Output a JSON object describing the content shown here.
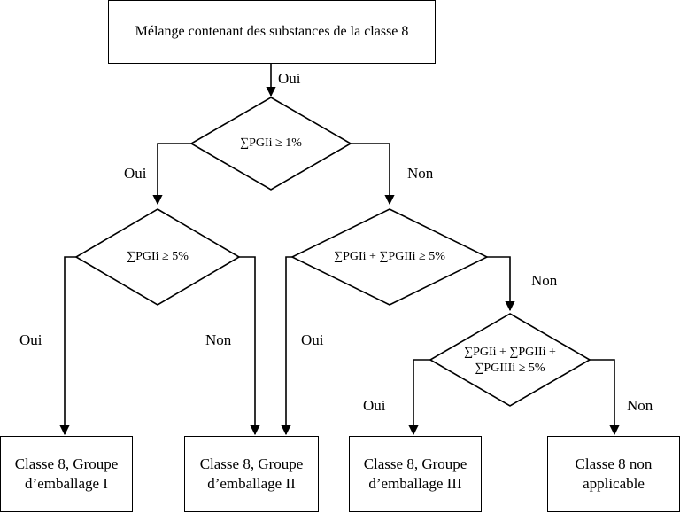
{
  "start": {
    "text": "Mélange contenant des substances de la classe 8"
  },
  "decisions": {
    "d1": {
      "text": "∑PGIi ≥ 1%"
    },
    "d2": {
      "text": "∑PGIi ≥ 5%"
    },
    "d3": {
      "text": "∑PGIi + ∑PGIIi ≥ 5%"
    },
    "d4": {
      "line1": "∑PGIi + ∑PGIIi +",
      "line2": "∑PGIIIi ≥ 5%"
    }
  },
  "edges": {
    "start_d1": "Oui",
    "d1_yes": "Oui",
    "d1_no": "Non",
    "d2_yes": "Oui",
    "d2_no": "Non",
    "d3_yes": "Oui",
    "d3_no": "Non",
    "d4_yes": "Oui",
    "d4_no": "Non"
  },
  "results": {
    "r1": {
      "line1": "Classe 8, Groupe",
      "line2": "d’emballage I"
    },
    "r2": {
      "line1": "Classe 8, Groupe",
      "line2": "d’emballage II"
    },
    "r3": {
      "line1": "Classe 8, Groupe",
      "line2": "d’emballage III"
    },
    "r4": {
      "line1": "Classe 8 non",
      "line2": "applicable"
    }
  }
}
